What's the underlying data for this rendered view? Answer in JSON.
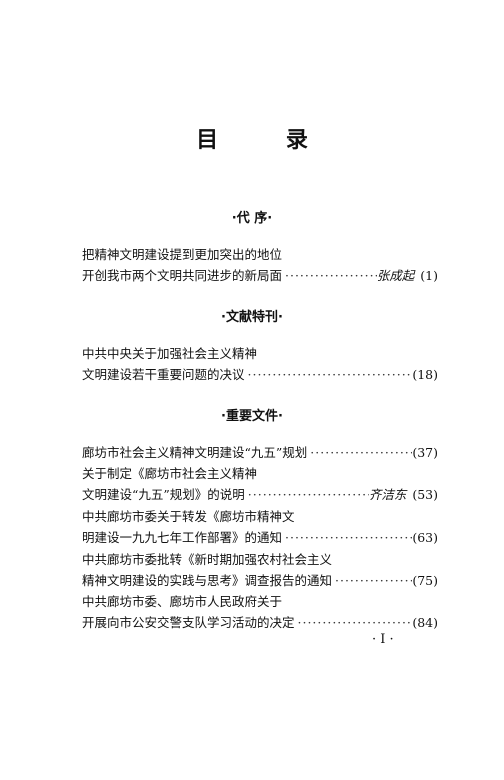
{
  "title": "目  录",
  "sections": [
    {
      "heading": "·代      序·",
      "entries": [
        {
          "text": "把精神文明建设提到更加突出的地位"
        },
        {
          "text": "开创我市两个文明共同进步的新局面",
          "author": "张成起",
          "page": "(1)"
        }
      ]
    },
    {
      "heading": "·文献特刊·",
      "entries": [
        {
          "text": "中共中央关于加强社会主义精神"
        },
        {
          "text": "文明建设若干重要问题的决议",
          "page": "(18)"
        }
      ]
    },
    {
      "heading": "·重要文件·",
      "entries": [
        {
          "text": "廊坊市社会主义精神文明建设“九五”规划",
          "page": "(37)"
        },
        {
          "text": "关于制定《廊坊市社会主义精神"
        },
        {
          "text": "文明建设“九五”规划》的说明",
          "author": "齐洁东",
          "page": "(53)"
        },
        {
          "text": "中共廊坊市委关于转发《廊坊市精神文"
        },
        {
          "text": "明建设一九九七年工作部署》的通知",
          "page": "(63)"
        },
        {
          "text": "中共廊坊市委批转《新时期加强农村社会主义"
        },
        {
          "text": "精神文明建设的实践与思考》调查报告的通知",
          "page": "(75)"
        },
        {
          "text": "中共廊坊市委、廊坊市人民政府关于"
        },
        {
          "text": "开展向市公安交警支队学习活动的决定",
          "page": "(84)"
        }
      ]
    }
  ],
  "page_number": "· I ·",
  "leader": "··································································"
}
